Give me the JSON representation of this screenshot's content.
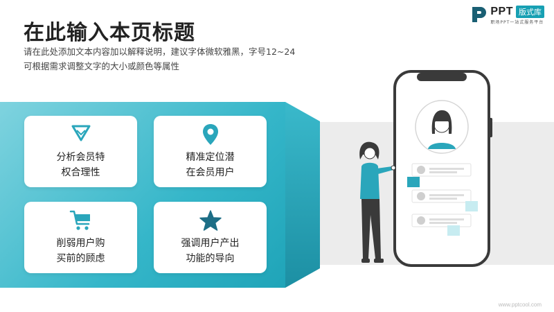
{
  "header": {
    "title": "在此输入本页标题",
    "desc_line1": "请在此处添加文本内容加以解释说明，建议字体微软雅黑，字号12~24",
    "desc_line2": "可根据需求调整文字的大小或颜色等属性"
  },
  "logo": {
    "brand": "PPT",
    "badge": "版式库",
    "tagline": "职场PPT一站式服务平台"
  },
  "cards": [
    {
      "line1": "分析会员特",
      "line2": "权合理性",
      "icon": "diamond-icon"
    },
    {
      "line1": "精准定位潜",
      "line2": "在会员用户",
      "icon": "location-pin-icon"
    },
    {
      "line1": "削弱用户购",
      "line2": "买前的顾虑",
      "icon": "shopping-cart-icon"
    },
    {
      "line1": "强调用户产出",
      "line2": "功能的导向",
      "icon": "star-icon"
    }
  ],
  "footer": {
    "url": "www.pptcool.com"
  },
  "colors": {
    "accent": "#1fa4b8",
    "accent_light": "#7fd3df",
    "icon": "#1d6e86",
    "bg_panel": "#ececec"
  }
}
